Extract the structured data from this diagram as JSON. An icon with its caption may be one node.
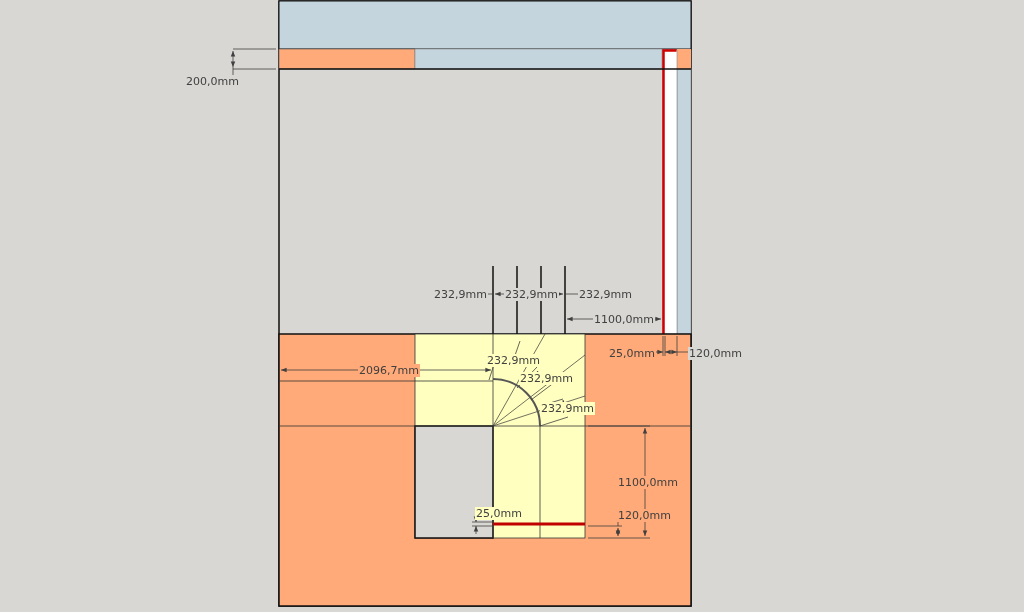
{
  "diagram": {
    "labels": [
      "200,0mm",
      "232,9mm",
      "232,9mm",
      "232,9mm",
      "1100,0mm",
      "25,0mm",
      "120,0mm",
      "232,9mm",
      "2096,7mm",
      "232,9mm",
      "232,9mm",
      "1100,0mm",
      "25,0mm",
      "120,0mm"
    ]
  }
}
